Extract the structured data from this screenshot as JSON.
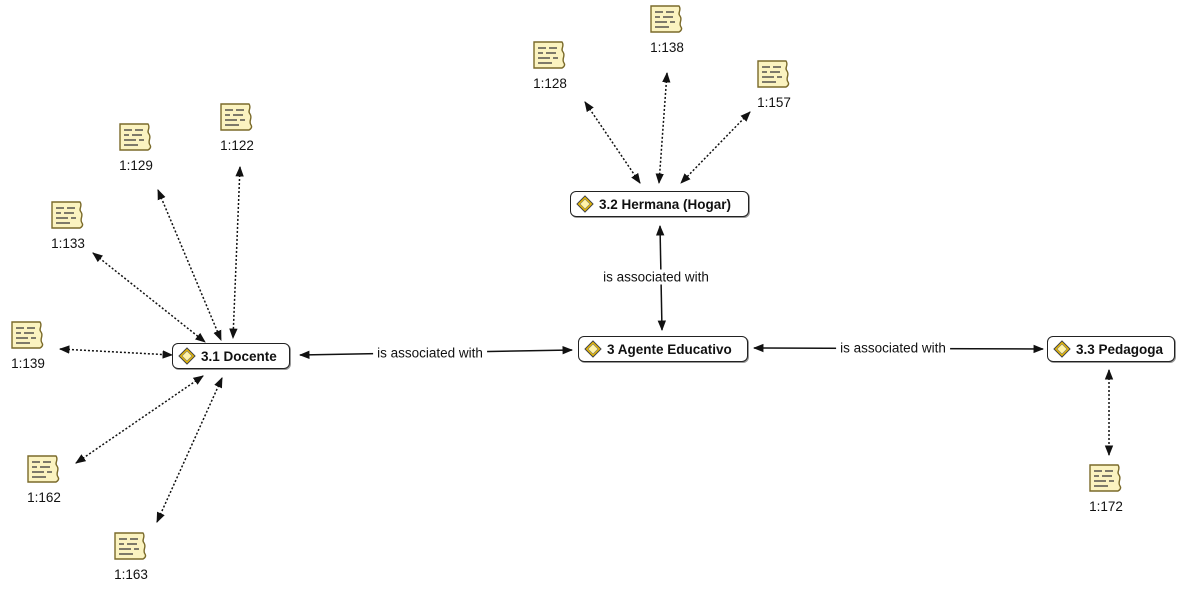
{
  "codes": {
    "docente": "3.1 Docente",
    "agente": "3 Agente Educativo",
    "hermana": "3.2 Hermana (Hogar)",
    "pedagoga": "3.3 Pedagoga"
  },
  "relations": {
    "docente_agente": "is associated with",
    "hermana_agente": "is associated with",
    "agente_pedagoga": "is associated with"
  },
  "quotations": {
    "q122": "1:122",
    "q129": "1:129",
    "q133": "1:133",
    "q139": "1:139",
    "q162": "1:162",
    "q163": "1:163",
    "q128": "1:128",
    "q138": "1:138",
    "q157": "1:157",
    "q172": "1:172"
  },
  "icons": {
    "code": "code-diamond-icon",
    "quotation": "quotation-document-icon"
  },
  "colors": {
    "note_fill": "#fbf3c0",
    "note_border": "#7a6a2a",
    "code_icon": "#e8b800"
  }
}
